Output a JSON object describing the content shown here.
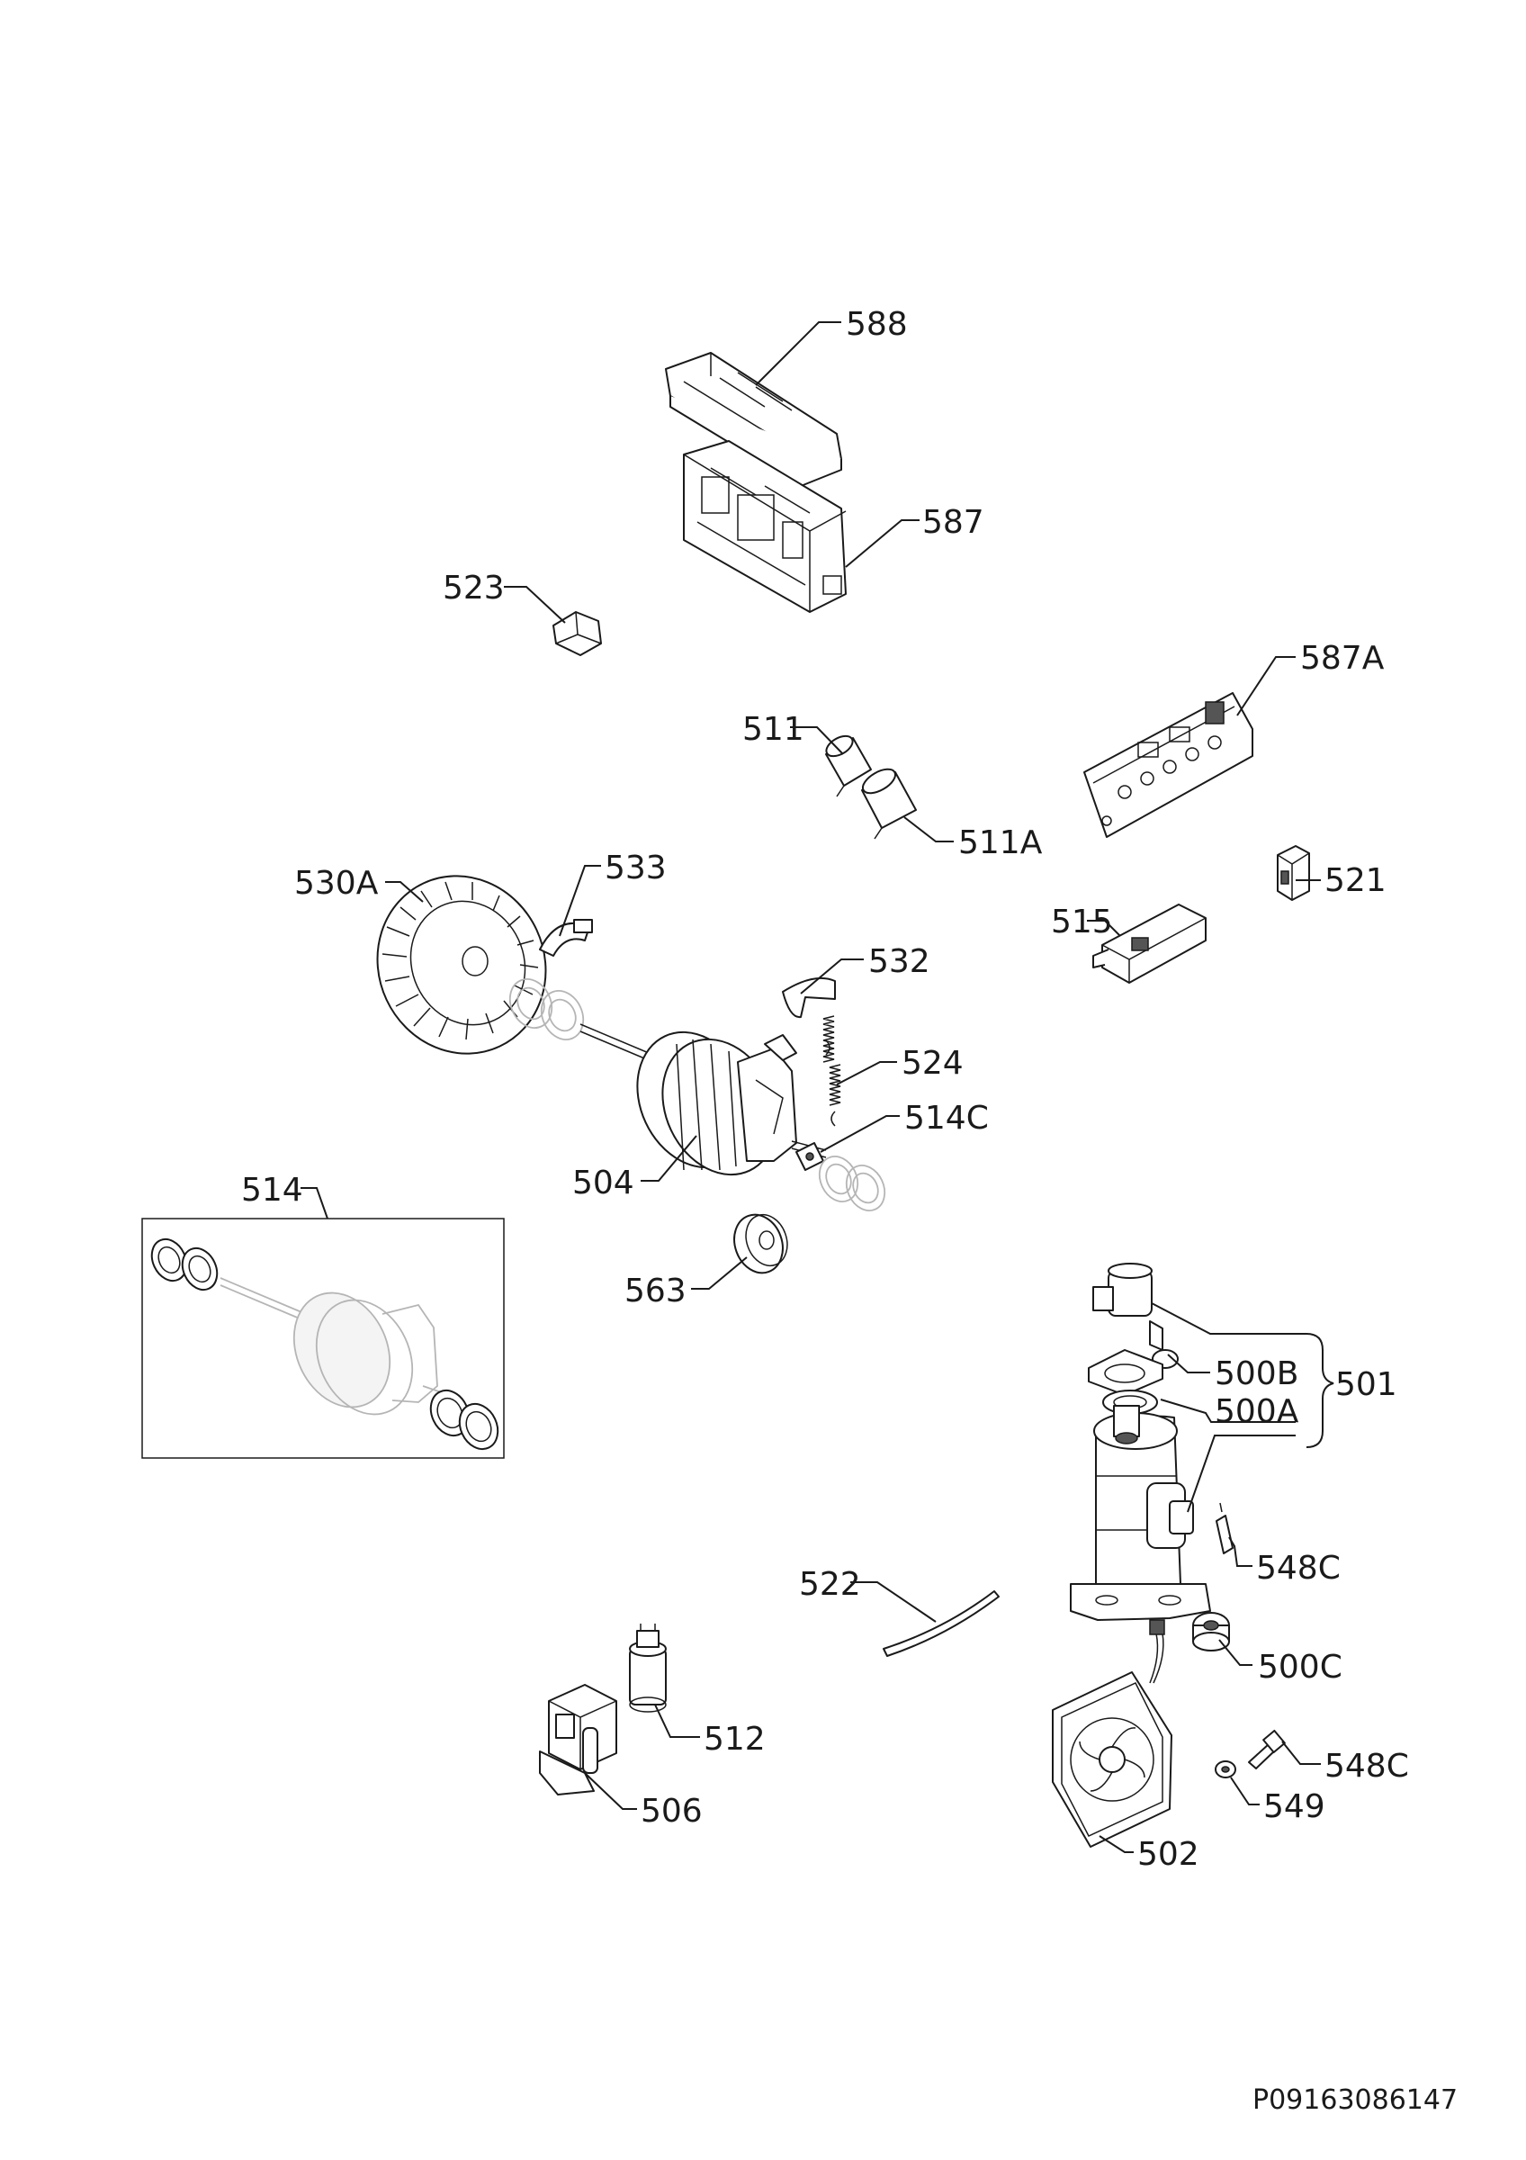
{
  "labels": {
    "p588": "588",
    "p587": "587",
    "p523": "523",
    "p587A": "587A",
    "p511": "511",
    "p511A": "511A",
    "p530A": "530A",
    "p533": "533",
    "p521": "521",
    "p515": "515",
    "p532": "532",
    "p524": "524",
    "p514C": "514C",
    "p504": "504",
    "p514": "514",
    "p563": "563",
    "p500B": "500B",
    "p501": "501",
    "p500A": "500A",
    "p548C_a": "548C",
    "p522": "522",
    "p500C": "500C",
    "p512": "512",
    "p548C_b": "548C",
    "p549": "549",
    "p506": "506",
    "p502": "502"
  },
  "document_code": "P09163086147"
}
